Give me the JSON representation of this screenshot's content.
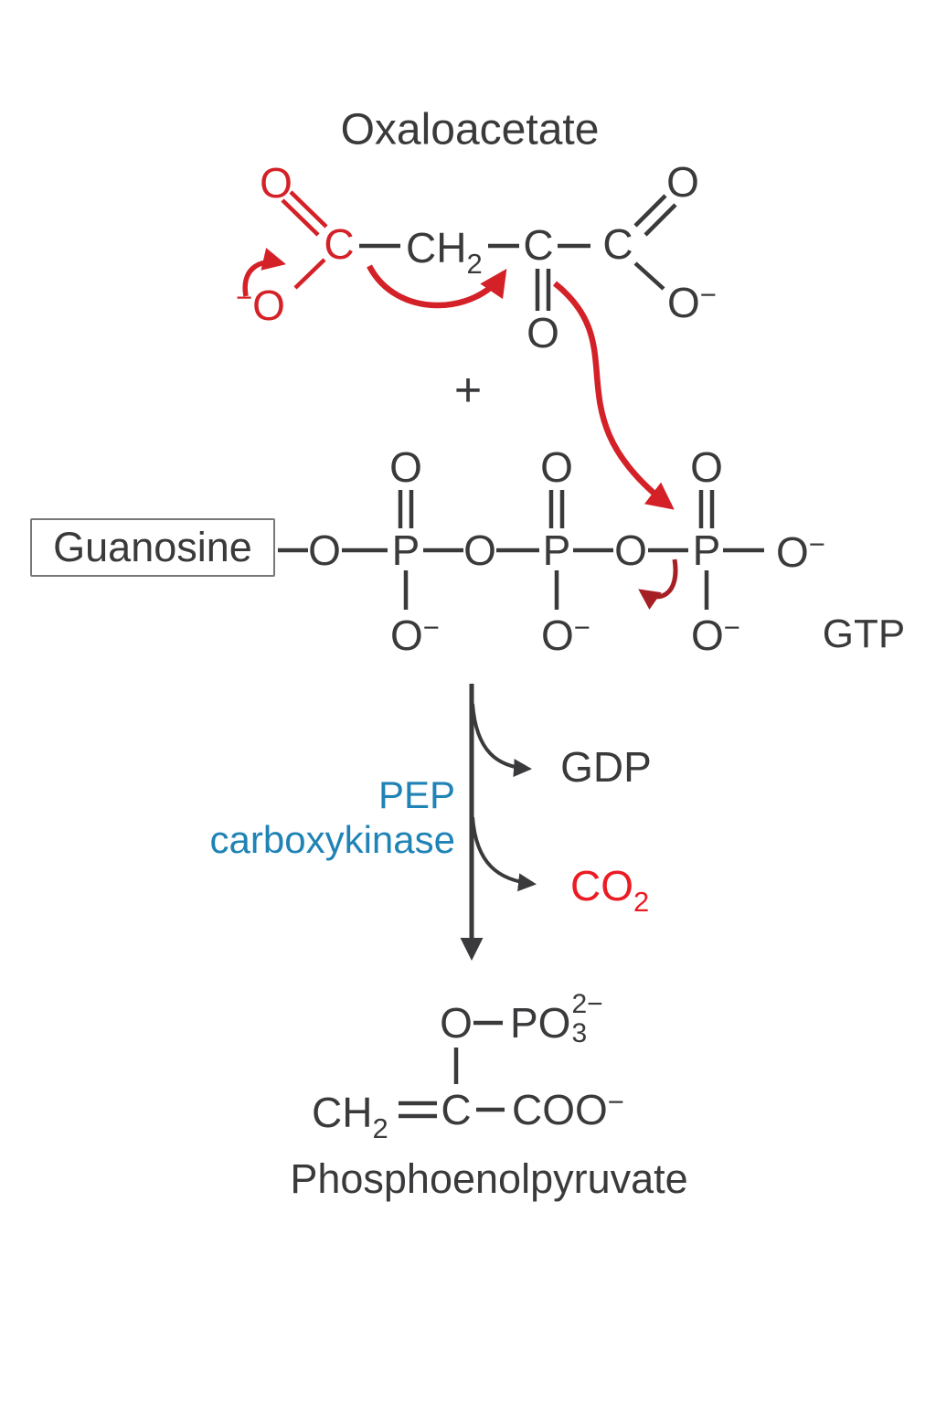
{
  "colors": {
    "bg": "#ffffff",
    "ink": "#3a3a3c",
    "red": "#d42127",
    "bright_red": "#ec1b23",
    "dark_red": "#a61f24",
    "blue": "#2083b5",
    "box_border": "#77787a"
  },
  "title": "Oxaloacetate",
  "plus_sign": "+",
  "oxaloacetate": {
    "o_carbonyl_left": "O",
    "minus_left": "−",
    "o_carboxylate_left": "O",
    "c1": "C",
    "ch2_base": "CH",
    "ch2_sub": "2",
    "c3": "C",
    "o_ketone": "O",
    "c4": "C",
    "o_carbonyl_right": "O",
    "o_carboxylate_right": "O",
    "minus_right": "−"
  },
  "gtp": {
    "guanosine_label": "Guanosine",
    "bridge_o": [
      "O",
      "O",
      "O"
    ],
    "p": [
      "P",
      "P",
      "P"
    ],
    "top_o": [
      "O",
      "O",
      "O"
    ],
    "bottom_o": [
      "O",
      "O",
      "O"
    ],
    "minus": "−",
    "terminal_o": "O",
    "label": "GTP"
  },
  "reaction": {
    "enzyme_line1": "PEP",
    "enzyme_line2": "carboxykinase",
    "product1": "GDP",
    "co2_base": "CO",
    "co2_sub": "2"
  },
  "pep": {
    "o_top": "O",
    "po_base": "PO",
    "po_sup": "2−",
    "po_sub": "3",
    "ch2_base": "CH",
    "ch2_sub": "2",
    "c": "C",
    "coo_base": "COO",
    "coo_sup": "−",
    "label": "Phosphoenolpyruvate"
  }
}
